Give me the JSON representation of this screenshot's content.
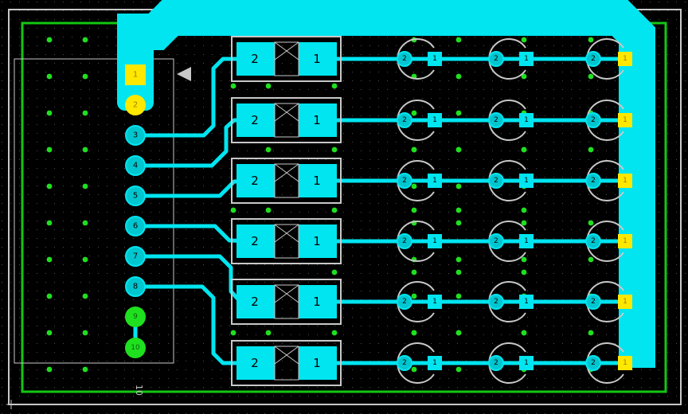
{
  "colors": {
    "background": "#000000",
    "trace": "#00e5f0",
    "trace_dark": "#00c6d0",
    "smd_pad_yellow": "#ffe800",
    "via_green": "#1fe01f",
    "board_outline": "#c8c8c8",
    "keepout_green": "#13c613",
    "silkscreen": "#c8c8c8",
    "grid_dot": "#5a5a5a"
  },
  "connector": {
    "designator": "10",
    "pins": [
      {
        "label": "1"
      },
      {
        "label": "2"
      },
      {
        "label": "3"
      },
      {
        "label": "4"
      },
      {
        "label": "5"
      },
      {
        "label": "6"
      },
      {
        "label": "7"
      },
      {
        "label": "8"
      },
      {
        "label": "9"
      },
      {
        "label": "10"
      }
    ]
  },
  "rows": [
    {
      "diode": {
        "anode": "2",
        "cathode": "1"
      },
      "leds": [
        {
          "a": "2",
          "k": "1"
        },
        {
          "a": "2",
          "k": "1"
        },
        {
          "a": "2",
          "k": "1"
        }
      ]
    },
    {
      "diode": {
        "anode": "2",
        "cathode": "1"
      },
      "leds": [
        {
          "a": "2",
          "k": "1"
        },
        {
          "a": "2",
          "k": "1"
        },
        {
          "a": "2",
          "k": "1"
        }
      ]
    },
    {
      "diode": {
        "anode": "2",
        "cathode": "1"
      },
      "leds": [
        {
          "a": "2",
          "k": "1"
        },
        {
          "a": "2",
          "k": "1"
        },
        {
          "a": "2",
          "k": "1"
        }
      ]
    },
    {
      "diode": {
        "anode": "2",
        "cathode": "1"
      },
      "leds": [
        {
          "a": "2",
          "k": "1"
        },
        {
          "a": "2",
          "k": "1"
        },
        {
          "a": "2",
          "k": "1"
        }
      ]
    },
    {
      "diode": {
        "anode": "2",
        "cathode": "1"
      },
      "leds": [
        {
          "a": "2",
          "k": "1"
        },
        {
          "a": "2",
          "k": "1"
        },
        {
          "a": "2",
          "k": "1"
        }
      ]
    },
    {
      "diode": {
        "anode": "2",
        "cathode": "1"
      },
      "leds": [
        {
          "a": "2",
          "k": "1"
        },
        {
          "a": "2",
          "k": "1"
        },
        {
          "a": "2",
          "k": "1"
        }
      ]
    }
  ]
}
